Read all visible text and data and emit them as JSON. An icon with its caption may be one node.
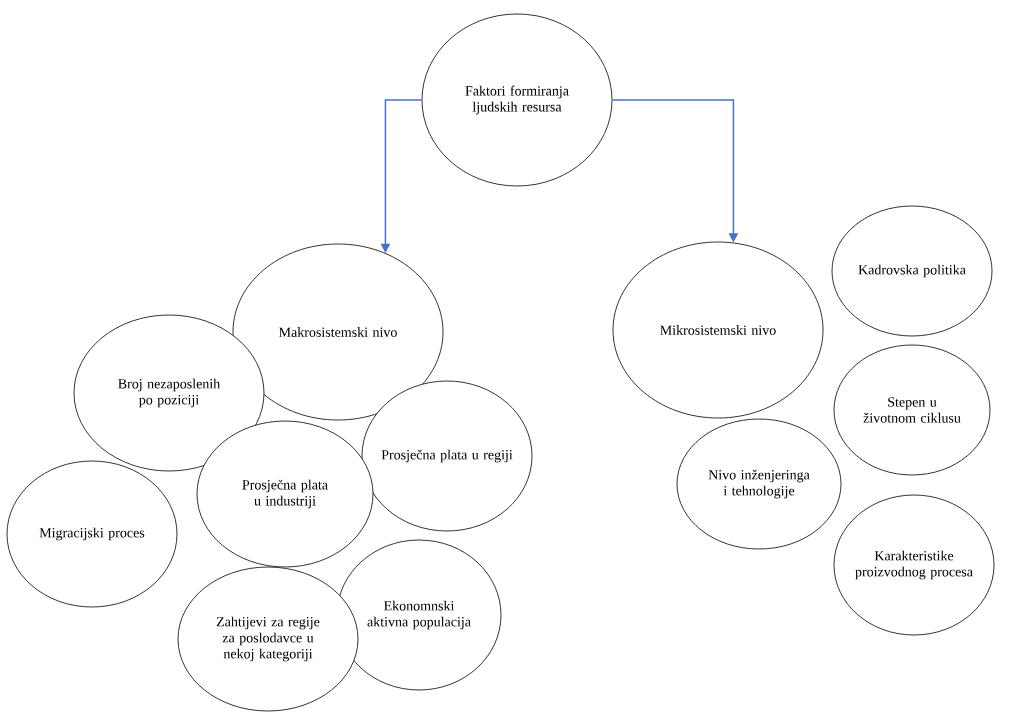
{
  "diagram": {
    "nodes": [
      {
        "text": [
          "Faktori formiranja ljudskih resursa"
        ]
      },
      {
        "text": [
          "Makrosistemski nivo"
        ]
      },
      {
        "text": [
          "Mikrosistemski nivo"
        ]
      },
      {
        "text": [
          "Kadrovska politika"
        ]
      },
      {
        "text": [
          "Broj nezaposlenih po poziciji"
        ]
      },
      {
        "text": [
          "Prosječna plata u regiji"
        ]
      },
      {
        "text": [
          "Stepen u životnom ciklusu"
        ]
      },
      {
        "text": [
          "Prosječna plata u industriji"
        ]
      },
      {
        "text": [
          "Nivo inženjeringa i tehnologije"
        ]
      },
      {
        "text": [
          "Migracijski proces"
        ]
      },
      {
        "text": [
          "Karakteristike proizvodnog procesa"
        ]
      },
      {
        "text": [
          "Ekonomnski aktivna populacija"
        ]
      },
      {
        "text": [
          "Zahtijevi za regije za poslodavce u nekoj kategoriji"
        ]
      }
    ],
    "edges": [
      {
        "from": 0,
        "to": 1,
        "arrow": "to",
        "color": "#4472c4"
      },
      {
        "from": 0,
        "to": 2,
        "arrow": "to",
        "color": "#4472c4"
      }
    ]
  }
}
